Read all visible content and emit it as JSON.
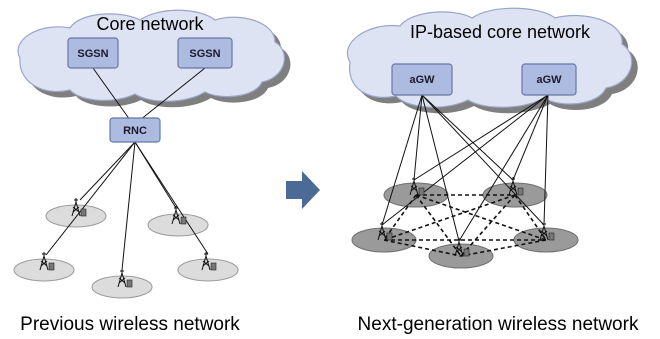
{
  "left": {
    "cloud_title": "Core network",
    "controllers": [
      "SGSN",
      "SGSN"
    ],
    "rnc_label": "RNC",
    "caption": "Previous wireless network"
  },
  "right": {
    "cloud_title": "IP-based core network",
    "gateways": [
      "aGW",
      "aGW"
    ],
    "caption": "Next-generation wireless network"
  },
  "colors": {
    "node_fill": "#aebbe0",
    "cloud_fill": "#dde3f3",
    "arrow": "#4b6a96"
  }
}
